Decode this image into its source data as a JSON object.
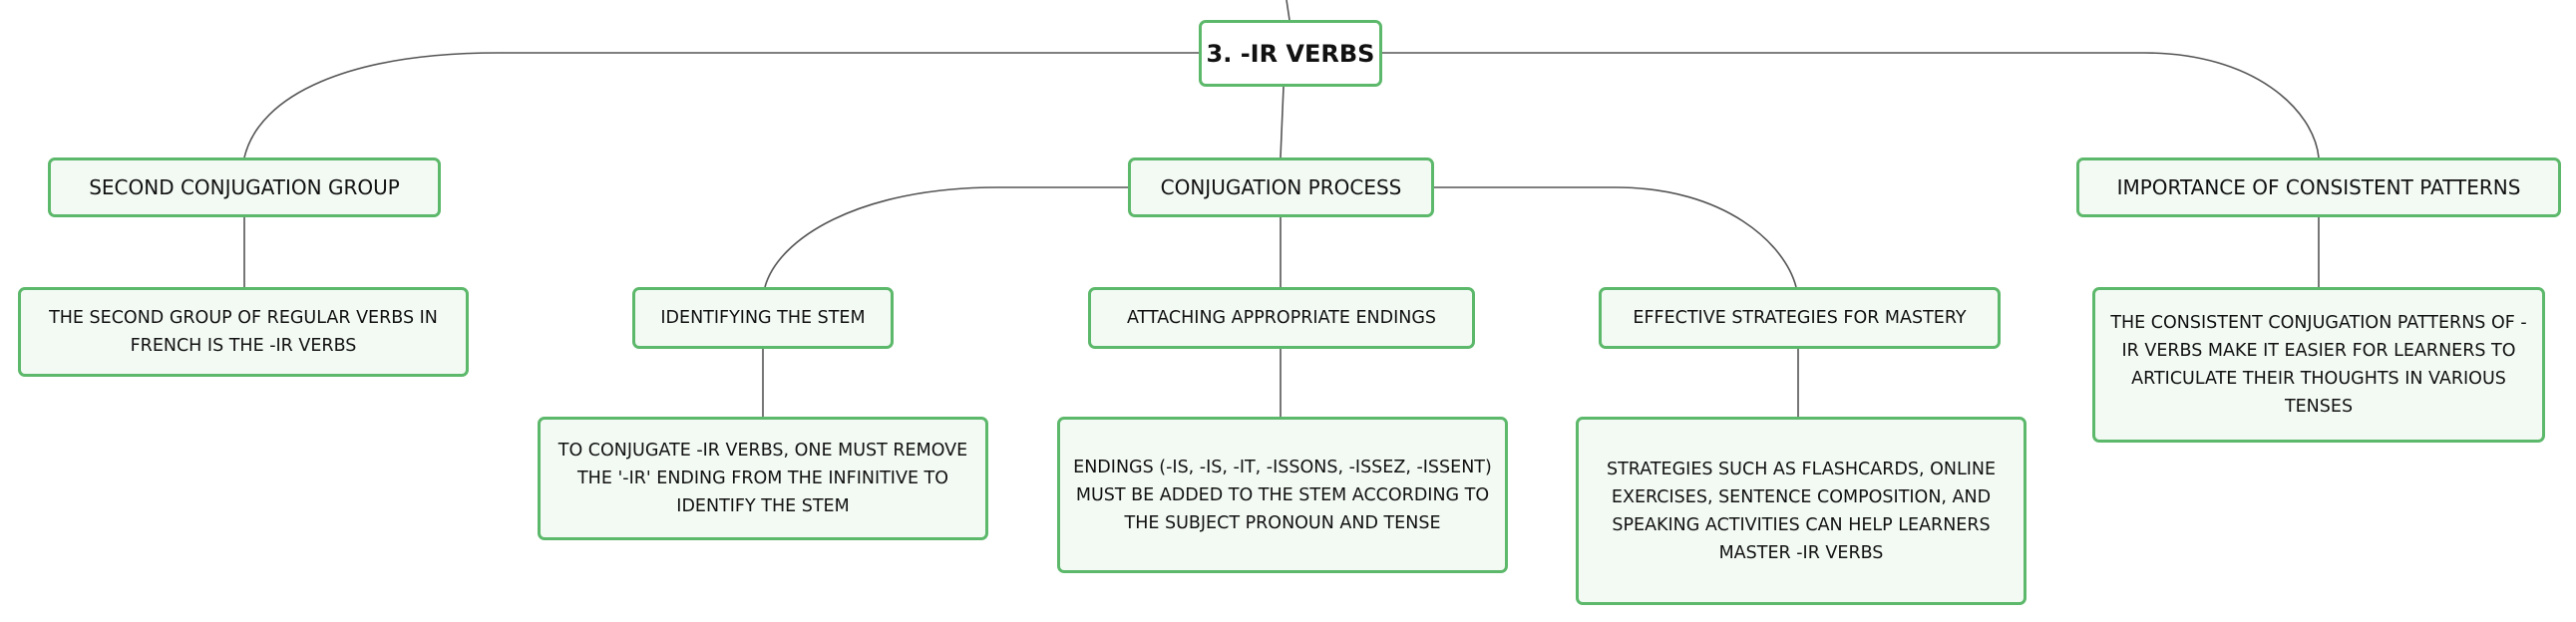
{
  "mindmap": {
    "root": {
      "label": "3. -IR VERBS"
    },
    "branches": [
      {
        "label": "SECOND CONJUGATION GROUP",
        "detail": "THE SECOND GROUP OF REGULAR VERBS IN FRENCH IS THE -IR VERBS"
      },
      {
        "label": "CONJUGATION PROCESS",
        "children": [
          {
            "label": "IDENTIFYING THE STEM",
            "detail": "TO CONJUGATE -IR VERBS, ONE MUST REMOVE THE '-IR' ENDING FROM THE INFINITIVE TO IDENTIFY THE STEM"
          },
          {
            "label": "ATTACHING APPROPRIATE ENDINGS",
            "detail": "ENDINGS (-IS, -IS, -IT, -ISSONS, -ISSEZ, -ISSENT) MUST BE ADDED TO THE STEM ACCORDING TO THE SUBJECT PRONOUN AND TENSE"
          },
          {
            "label": "EFFECTIVE STRATEGIES FOR MASTERY",
            "detail": "STRATEGIES SUCH AS FLASHCARDS, ONLINE EXERCISES, SENTENCE COMPOSITION, AND SPEAKING ACTIVITIES CAN HELP LEARNERS MASTER -IR VERBS"
          }
        ]
      },
      {
        "label": "IMPORTANCE OF CONSISTENT PATTERNS",
        "detail": "THE CONSISTENT CONJUGATION PATTERNS OF -IR VERBS MAKE IT EASIER FOR LEARNERS TO ARTICULATE THEIR THOUGHTS IN VARIOUS TENSES"
      }
    ]
  },
  "colors": {
    "node_border": "#5cb86a",
    "node_fill": "#f3faf4",
    "connector": "#555555",
    "text": "#111111"
  }
}
